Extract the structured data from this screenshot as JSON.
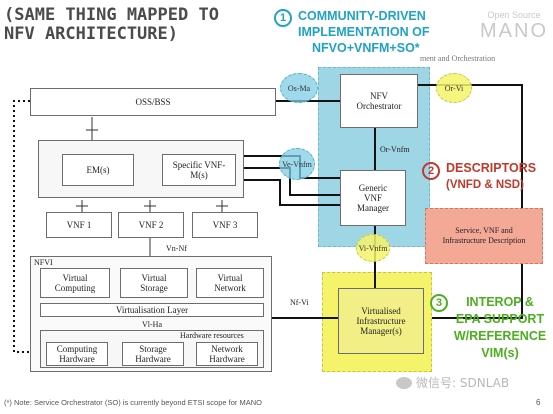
{
  "title": [
    "(SAME THING MAPPED TO",
    "NFV ARCHITECTURE)"
  ],
  "callouts": {
    "c1": {
      "num": "1",
      "lines": [
        "COMMUNITY-DRIVEN",
        "IMPLEMENTATION OF",
        "NFVO+VNFM+SO*"
      ],
      "color": "#1fa3c4"
    },
    "c2": {
      "num": "2",
      "lines": [
        "DESCRIPTORS",
        "(VNFD & NSD)"
      ],
      "color": "#c0392b"
    },
    "c3": {
      "num": "3",
      "lines": [
        "INTEROP &",
        "EPA SUPPORT",
        "W/REFERENCE",
        "VIM(s)"
      ],
      "color": "#4caf20"
    }
  },
  "logo": {
    "line1": "Open Source",
    "line2": "MANO"
  },
  "header_fragment": "ment and Orchestration",
  "boxes": {
    "oss": "OSS/BSS",
    "em": "EM(s)",
    "vnfm_specific": "Specific VNF-M(s)",
    "vnf1": "VNF 1",
    "vnf2": "VNF 2",
    "vnf3": "VNF 3",
    "nfvi": "NFVI",
    "vcompute": "Virtual Computing",
    "vstorage": "Virtual Storage",
    "vnetwork": "Virtual Network",
    "vlayer": "Virtualisation Layer",
    "hw_resources": "Hardware resources",
    "hcompute": "Computing Hardware",
    "hstorage": "Storage Hardware",
    "hnetwork": "Network Hardware",
    "nfvo": "NFV Orchestrator",
    "vnfm_generic": "Generic VNF Manager",
    "vim": "Virtualised Infrastructure Manager(s)",
    "descriptors": "Service, VNF and Infrastructure Description"
  },
  "refpoints": {
    "osma": "Os-Ma",
    "orvi": "Or-Vi",
    "vevnfm": "Ve-Vnfm",
    "orvnfm": "Or-Vnfm",
    "vivnfm": "Vi-Vnfm",
    "vinf": "Vn-Nf",
    "nfvi_ref": "Nf-Vi",
    "viha": "Vl-Ha"
  },
  "footnote": "(*) Note: Service Orchestrator (SO) is currently beyond ETSI scope for MANO",
  "page_number": "6",
  "watermark": "微信号: SDNLAB",
  "colors": {
    "blue_highlight": "#9fd6e6",
    "yellow_highlight": "#f5f36a",
    "salmon": "#f4a896"
  }
}
